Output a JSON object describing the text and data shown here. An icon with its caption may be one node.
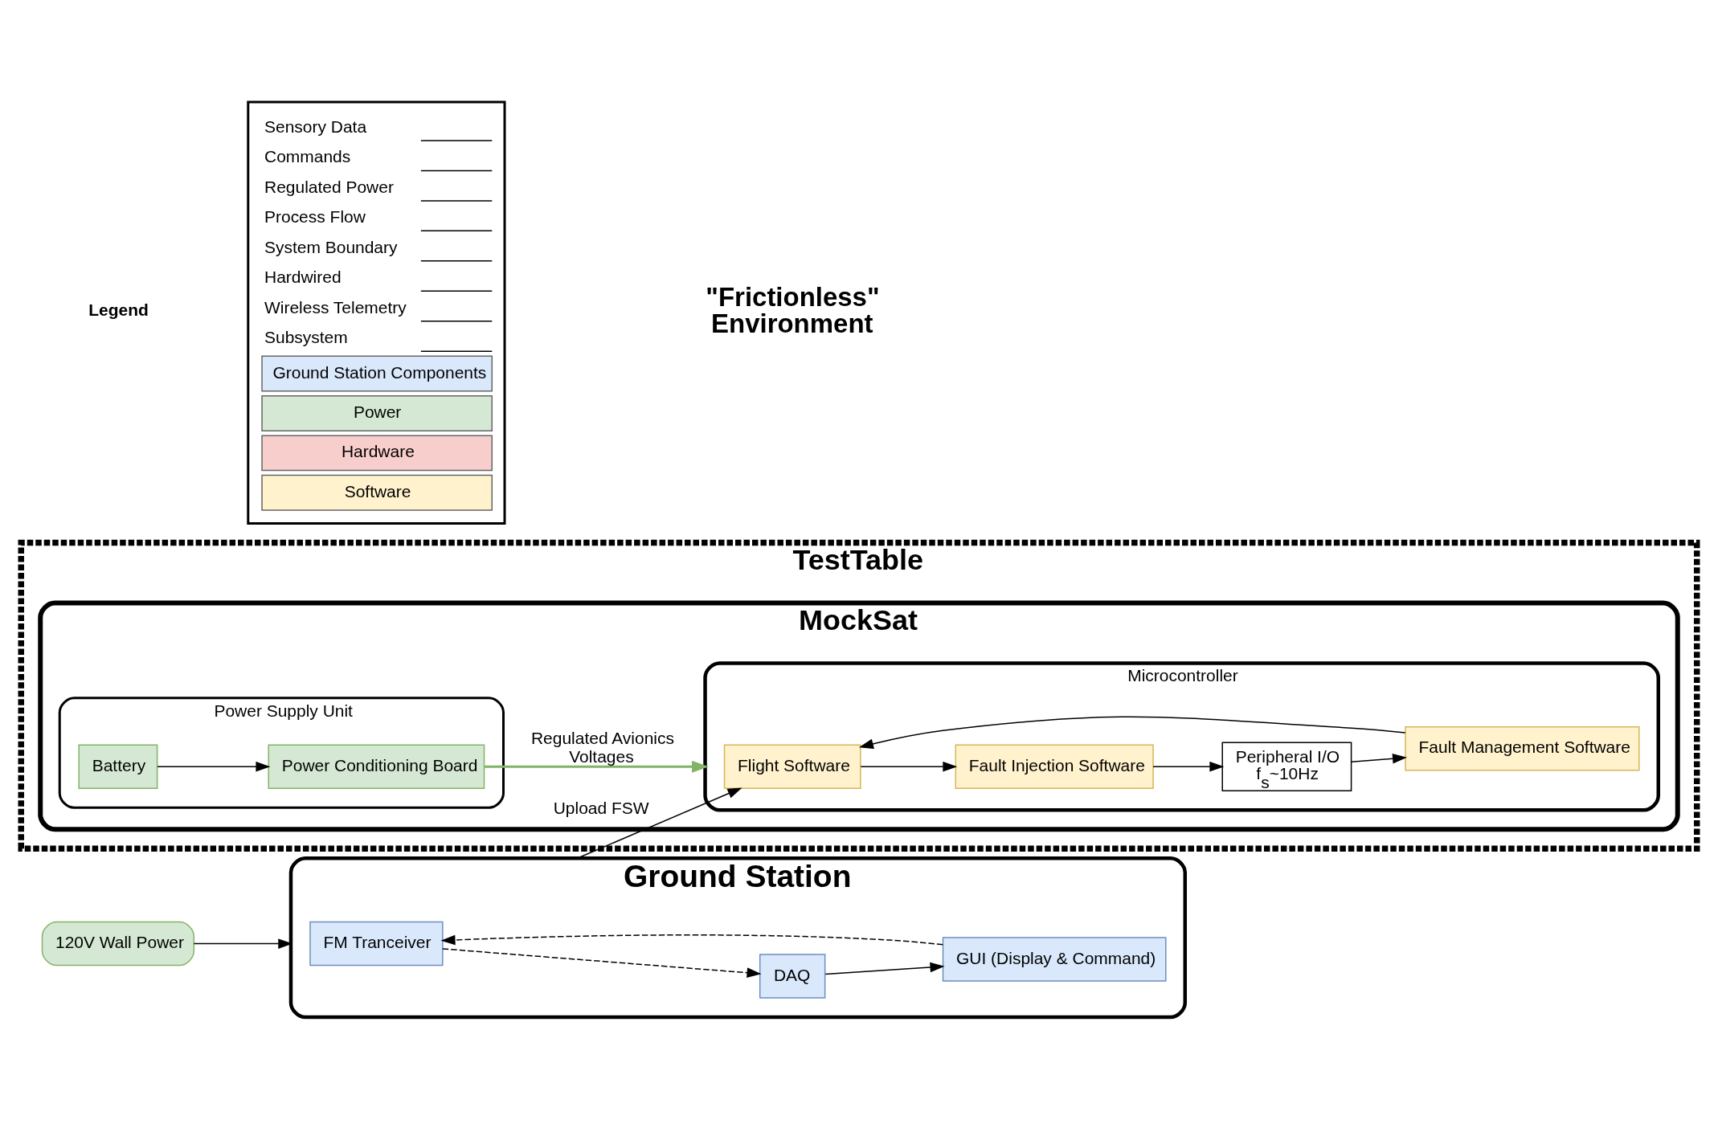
{
  "diagram": {
    "nodes": [
      {
        "text": [
          "Ground Station"
        ]
      },
      {
        "text": [
          "FM Tranceiver"
        ],
        "in": 0
      },
      {
        "text": [
          "DAQ"
        ],
        "in": 0
      },
      {
        "text": [
          "GUI (Display & Command)"
        ],
        "in": 0
      },
      {
        "text": [
          "120V Wall Power"
        ]
      },
      {
        "text": [
          "TestTable"
        ]
      },
      {
        "text": [
          "MockSat"
        ],
        "in": 5
      },
      {
        "text": [
          "Microcontroller"
        ],
        "in": 6
      },
      {
        "text": [
          "Flight Software"
        ],
        "in": 7
      },
      {
        "text": [
          "Fault Injection Software"
        ],
        "in": 7
      },
      {
        "text": [
          "Peripheral I/O",
          "f$_{s}$~10Hz"
        ],
        "in": 7
      },
      {
        "text": [
          "Fault Management Software"
        ],
        "in": 7
      },
      {
        "text": [
          "Power Supply Unit"
        ],
        "in": 6
      },
      {
        "text": [
          "Battery"
        ],
        "in": 12
      },
      {
        "text": [
          "Power Conditioning Board"
        ],
        "in": 12
      }
    ],
    "edges": [
      {
        "from": 1,
        "to": 2,
        "arrow": "to",
        "style": "dashed"
      },
      {
        "from": 2,
        "to": 3,
        "arrow": "to"
      },
      {
        "from": 3,
        "to": 1,
        "arrow": "to",
        "style": "dashed"
      },
      {
        "from": 4,
        "to": 0,
        "arrow": "to"
      },
      {
        "from": 0,
        "to": 8,
        "arrow": "to",
        "label": "Upload FSW"
      },
      {
        "from": 8,
        "to": 9,
        "arrow": "to"
      },
      {
        "from": 9,
        "to": 10,
        "arrow": "to"
      },
      {
        "from": 10,
        "to": 11,
        "arrow": "to"
      },
      {
        "from": 11,
        "to": 8,
        "arrow": "to"
      },
      {
        "from": 13,
        "to": 14,
        "arrow": "to"
      },
      {
        "from": 14,
        "to": 7,
        "arrow": "to",
        "label": "Regulated Avionics Voltages",
        "color": "#82b366"
      }
    ],
    "labels": [
      "Legend",
      "\"Frictionless\" Environment"
    ],
    "legend": [
      {
        "text": "Sensory Data"
      },
      {
        "text": "Commands"
      },
      {
        "text": "Regulated Power"
      },
      {
        "text": "Process Flow"
      },
      {
        "text": "System Boundary"
      },
      {
        "text": "Hardwired"
      },
      {
        "text": "Wireless Telemetry"
      },
      {
        "text": "Subsystem"
      },
      {
        "text": "Ground Station Components",
        "color": "#dae8fc"
      },
      {
        "text": "Power",
        "color": "#d5e8d4"
      },
      {
        "text": "Hardware",
        "color": "#f8cecc"
      },
      {
        "text": "Software",
        "color": "#fff2cc"
      }
    ]
  }
}
